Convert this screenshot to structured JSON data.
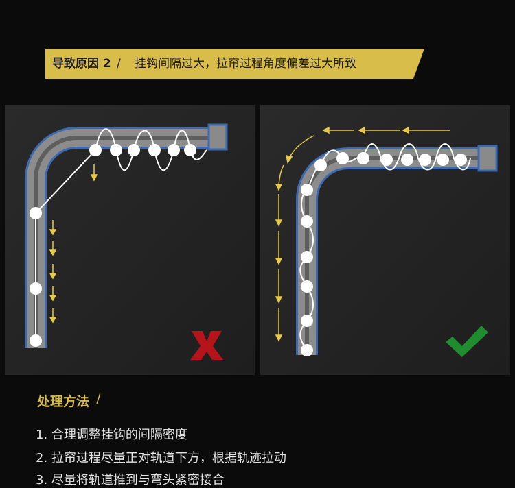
{
  "header": {
    "title": "导致原因 2",
    "separator": "/",
    "cause": "挂钩间隔过大，拉帘过程角度偏差过大所致"
  },
  "colors": {
    "banner": "#d9bd4a",
    "arrow": "#e6c84a",
    "wrong_mark": "#b4141a",
    "right_mark": "#1f8c2e",
    "track": "#3b6ab0",
    "panel_bg": "#242424"
  },
  "panels": [
    {
      "id": "wrong",
      "icon": "cross-icon"
    },
    {
      "id": "right",
      "icon": "checkmark-icon"
    }
  ],
  "method": {
    "title": "处理方法",
    "separator": "/",
    "steps": [
      "1. 合理调整挂钩的间隔密度",
      "2. 拉帘过程尽量正对轨道下方，根据轨迹拉动",
      "3. 尽量将轨道推到与弯头紧密接合"
    ]
  }
}
